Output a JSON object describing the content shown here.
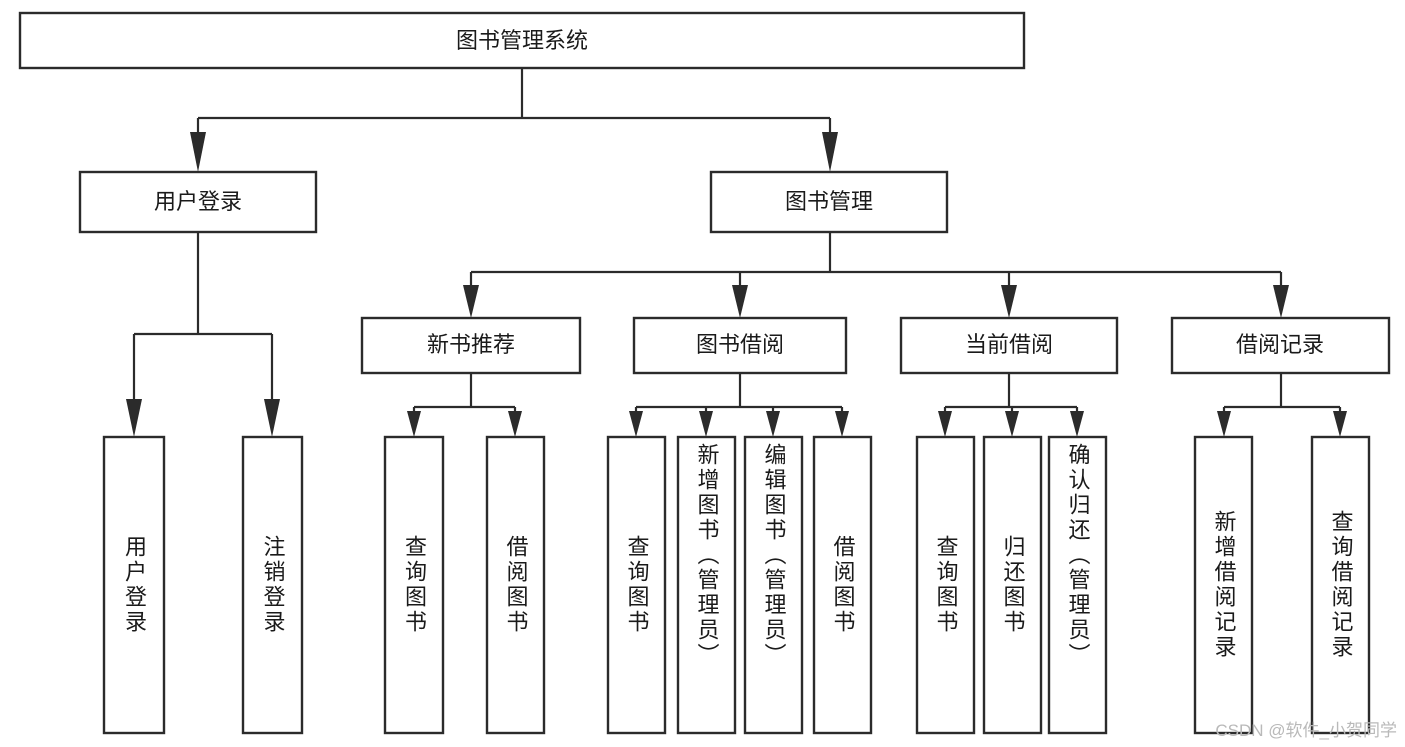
{
  "diagram": {
    "title": "图书管理系统",
    "type": "hierarchy-tree",
    "watermark": "CSDN @软件_小贺同学",
    "colors": {
      "stroke": "#2b2b2b",
      "fill": "#ffffff",
      "text": "#1a1a1a",
      "watermark": "#b9b9b9"
    },
    "levels": {
      "root": {
        "label": "图书管理系统",
        "orientation": "horizontal"
      },
      "level2": [
        {
          "label": "用户登录",
          "orientation": "horizontal"
        },
        {
          "label": "图书管理",
          "orientation": "horizontal"
        }
      ],
      "level3": [
        {
          "label": "新书推荐",
          "orientation": "horizontal"
        },
        {
          "label": "图书借阅",
          "orientation": "horizontal"
        },
        {
          "label": "当前借阅",
          "orientation": "horizontal"
        },
        {
          "label": "借阅记录",
          "orientation": "horizontal"
        }
      ],
      "leaves": [
        {
          "label": "用户登录",
          "parent": "用户登录",
          "orientation": "vertical"
        },
        {
          "label": "注销登录",
          "parent": "用户登录",
          "orientation": "vertical"
        },
        {
          "label": "查询图书",
          "parent": "新书推荐",
          "orientation": "vertical"
        },
        {
          "label": "借阅图书",
          "parent": "新书推荐",
          "orientation": "vertical"
        },
        {
          "label": "查询图书",
          "parent": "图书借阅",
          "orientation": "vertical"
        },
        {
          "label": "新增图书（管理员）",
          "parent": "图书借阅",
          "orientation": "vertical"
        },
        {
          "label": "编辑图书（管理员）",
          "parent": "图书借阅",
          "orientation": "vertical"
        },
        {
          "label": "借阅图书",
          "parent": "图书借阅",
          "orientation": "vertical"
        },
        {
          "label": "查询图书",
          "parent": "当前借阅",
          "orientation": "vertical"
        },
        {
          "label": "归还图书",
          "parent": "当前借阅",
          "orientation": "vertical"
        },
        {
          "label": "确认归还（管理员）",
          "parent": "当前借阅",
          "orientation": "vertical"
        },
        {
          "label": "新增借阅记录",
          "parent": "借阅记录",
          "orientation": "vertical"
        },
        {
          "label": "查询借阅记录",
          "parent": "借阅记录",
          "orientation": "vertical"
        }
      ]
    }
  }
}
